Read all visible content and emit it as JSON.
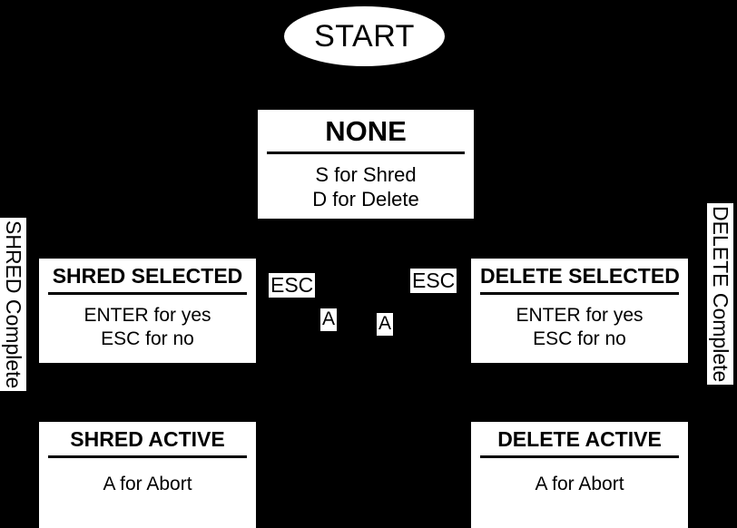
{
  "diagram": {
    "type": "state-machine",
    "background_color": "#000000",
    "node_fill_color": "#ffffff",
    "text_color": "#000000",
    "start": {
      "label": "START",
      "shape": "ellipse"
    },
    "states": [
      {
        "id": "none",
        "title": "NONE",
        "body_lines": [
          "S for Shred",
          "D for Delete"
        ]
      },
      {
        "id": "shred-selected",
        "title": "SHRED SELECTED",
        "body_lines": [
          "ENTER for yes",
          "ESC for no"
        ]
      },
      {
        "id": "delete-selected",
        "title": "DELETE SELECTED",
        "body_lines": [
          "ENTER for yes",
          "ESC for no"
        ]
      },
      {
        "id": "shred-active",
        "title": "SHRED ACTIVE",
        "body_lines": [
          "A for Abort"
        ]
      },
      {
        "id": "delete-active",
        "title": "DELETE ACTIVE",
        "body_lines": [
          "A for Abort"
        ]
      }
    ],
    "transition_labels": {
      "esc_from_shred_selected": "ESC",
      "esc_from_delete_selected": "ESC",
      "abort_from_shred_active": "A",
      "abort_from_delete_active": "A",
      "shred_complete": "SHRED Complete",
      "delete_complete": "DELETE Complete"
    }
  }
}
